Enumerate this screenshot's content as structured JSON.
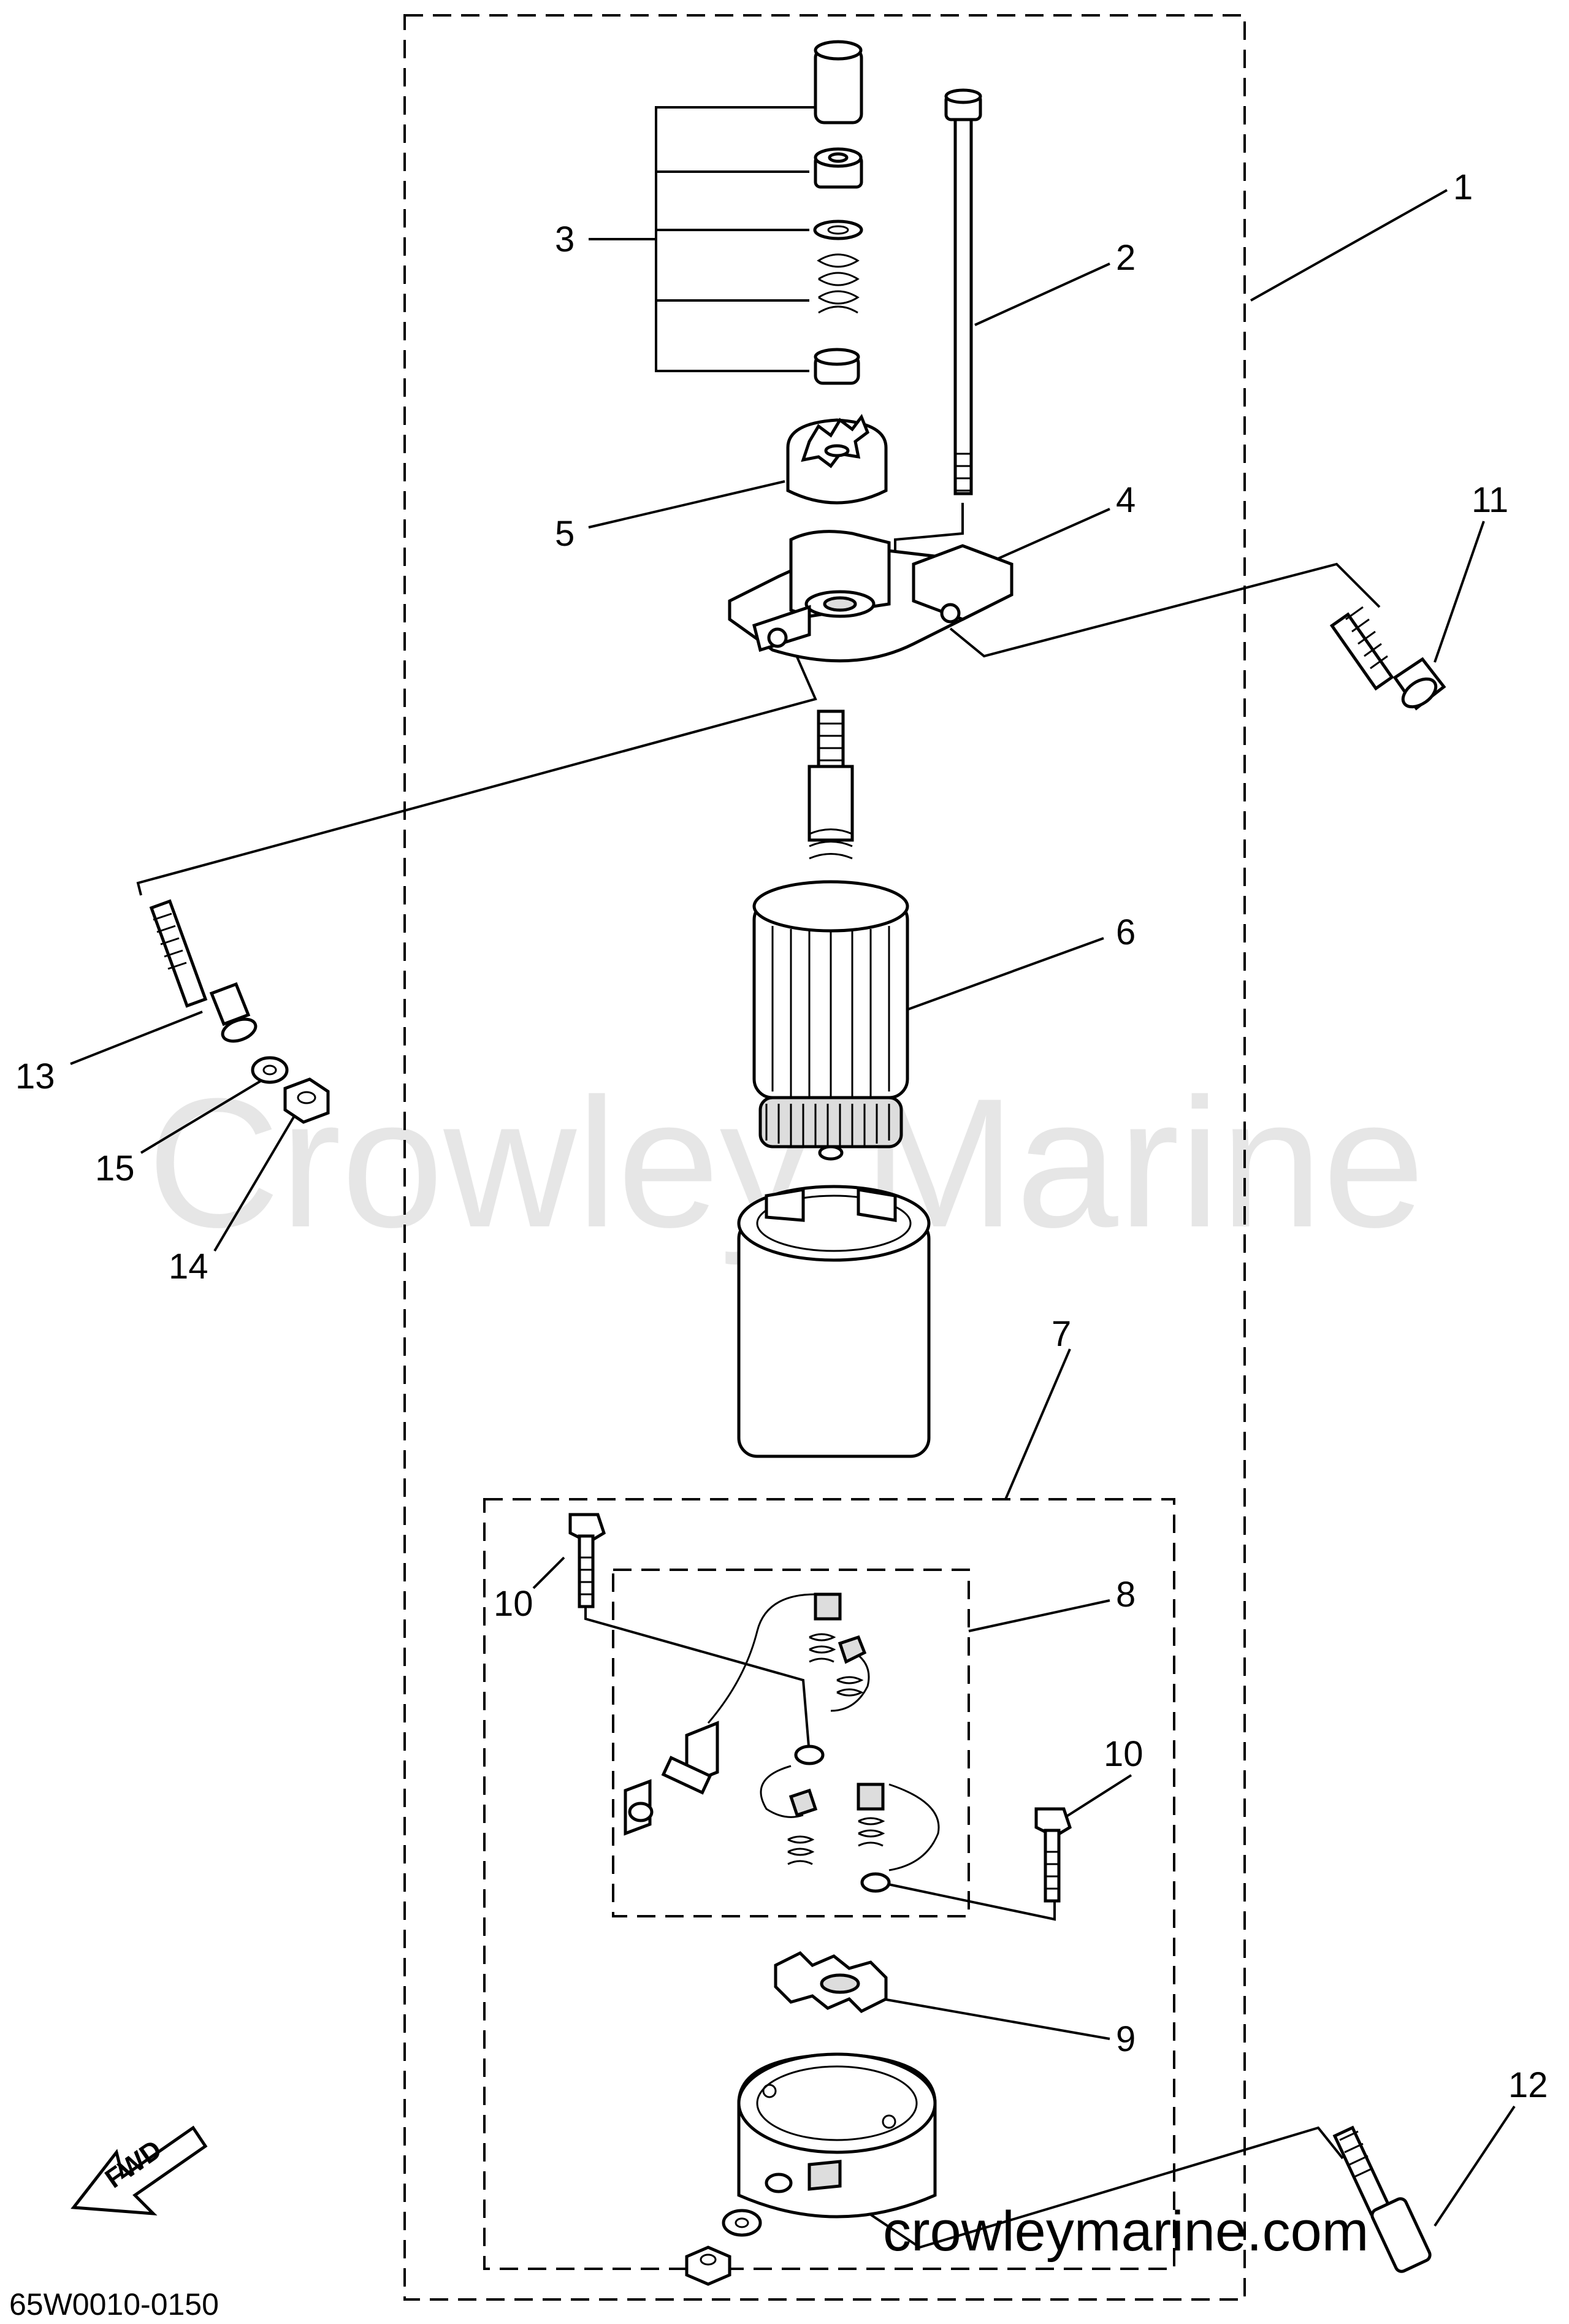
{
  "watermark_large": "Crowley Marine",
  "watermark_small": "crowleymarine.com",
  "diagram_code": "65W0010-0150",
  "fwd_label": "FWD",
  "callouts": {
    "c1": "1",
    "c2": "2",
    "c3": "3",
    "c4": "4",
    "c5": "5",
    "c6": "6",
    "c7": "7",
    "c8": "8",
    "c9": "9",
    "c10a": "10",
    "c10b": "10",
    "c11": "11",
    "c12": "12",
    "c13": "13",
    "c14": "14",
    "c15": "15"
  }
}
